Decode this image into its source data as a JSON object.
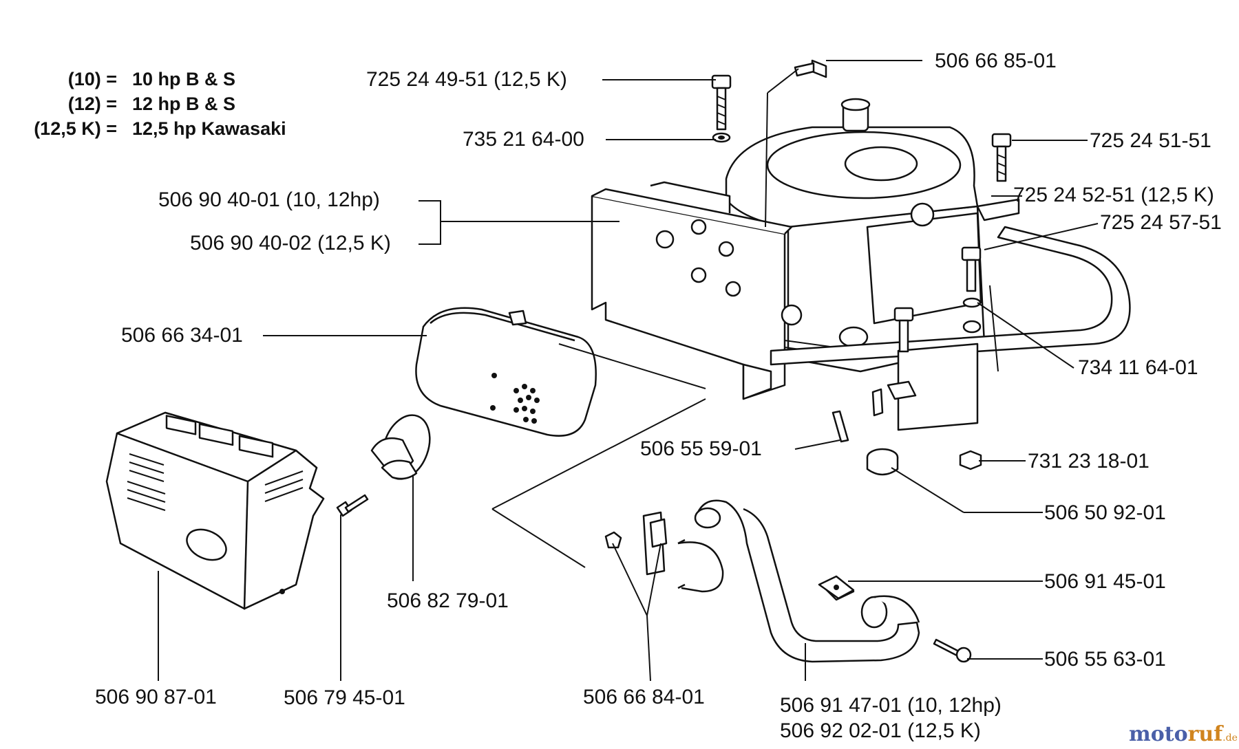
{
  "legend": [
    {
      "code": "(10) =",
      "desc": "10 hp B & S"
    },
    {
      "code": "(12) =",
      "desc": "12 hp B & S"
    },
    {
      "code": "(12,5 K) =",
      "desc": "12,5 hp Kawasaki"
    }
  ],
  "parts": {
    "p1": "725 24 49-51 (12,5 K)",
    "p2": "506 66 85-01",
    "p3": "735 21 64-00",
    "p4": "725 24 51-51",
    "p5": "725 24 52-51 (12,5 K)",
    "p6": "725 24 57-51",
    "p7": "506 90 40-01 (10, 12hp)",
    "p8": "506 90 40-02 (12,5 K)",
    "p9": "506 66 34-01",
    "p10": "734 11 64-01",
    "p11": "506 55 59-01",
    "p12": "731 23 18-01",
    "p13": "506 50 92-01",
    "p14": "506 82 79-01",
    "p15": "506 91 45-01",
    "p16": "506 55 63-01",
    "p17": "506 90 87-01",
    "p18": "506 79 45-01",
    "p19": "506 66 84-01",
    "p20": "506 91 47-01 (10, 12hp)",
    "p21": "506 92 02-01 (12,5 K)"
  },
  "watermark": {
    "part1": "moto",
    "part2": "ruf",
    "suffix": ".de"
  }
}
